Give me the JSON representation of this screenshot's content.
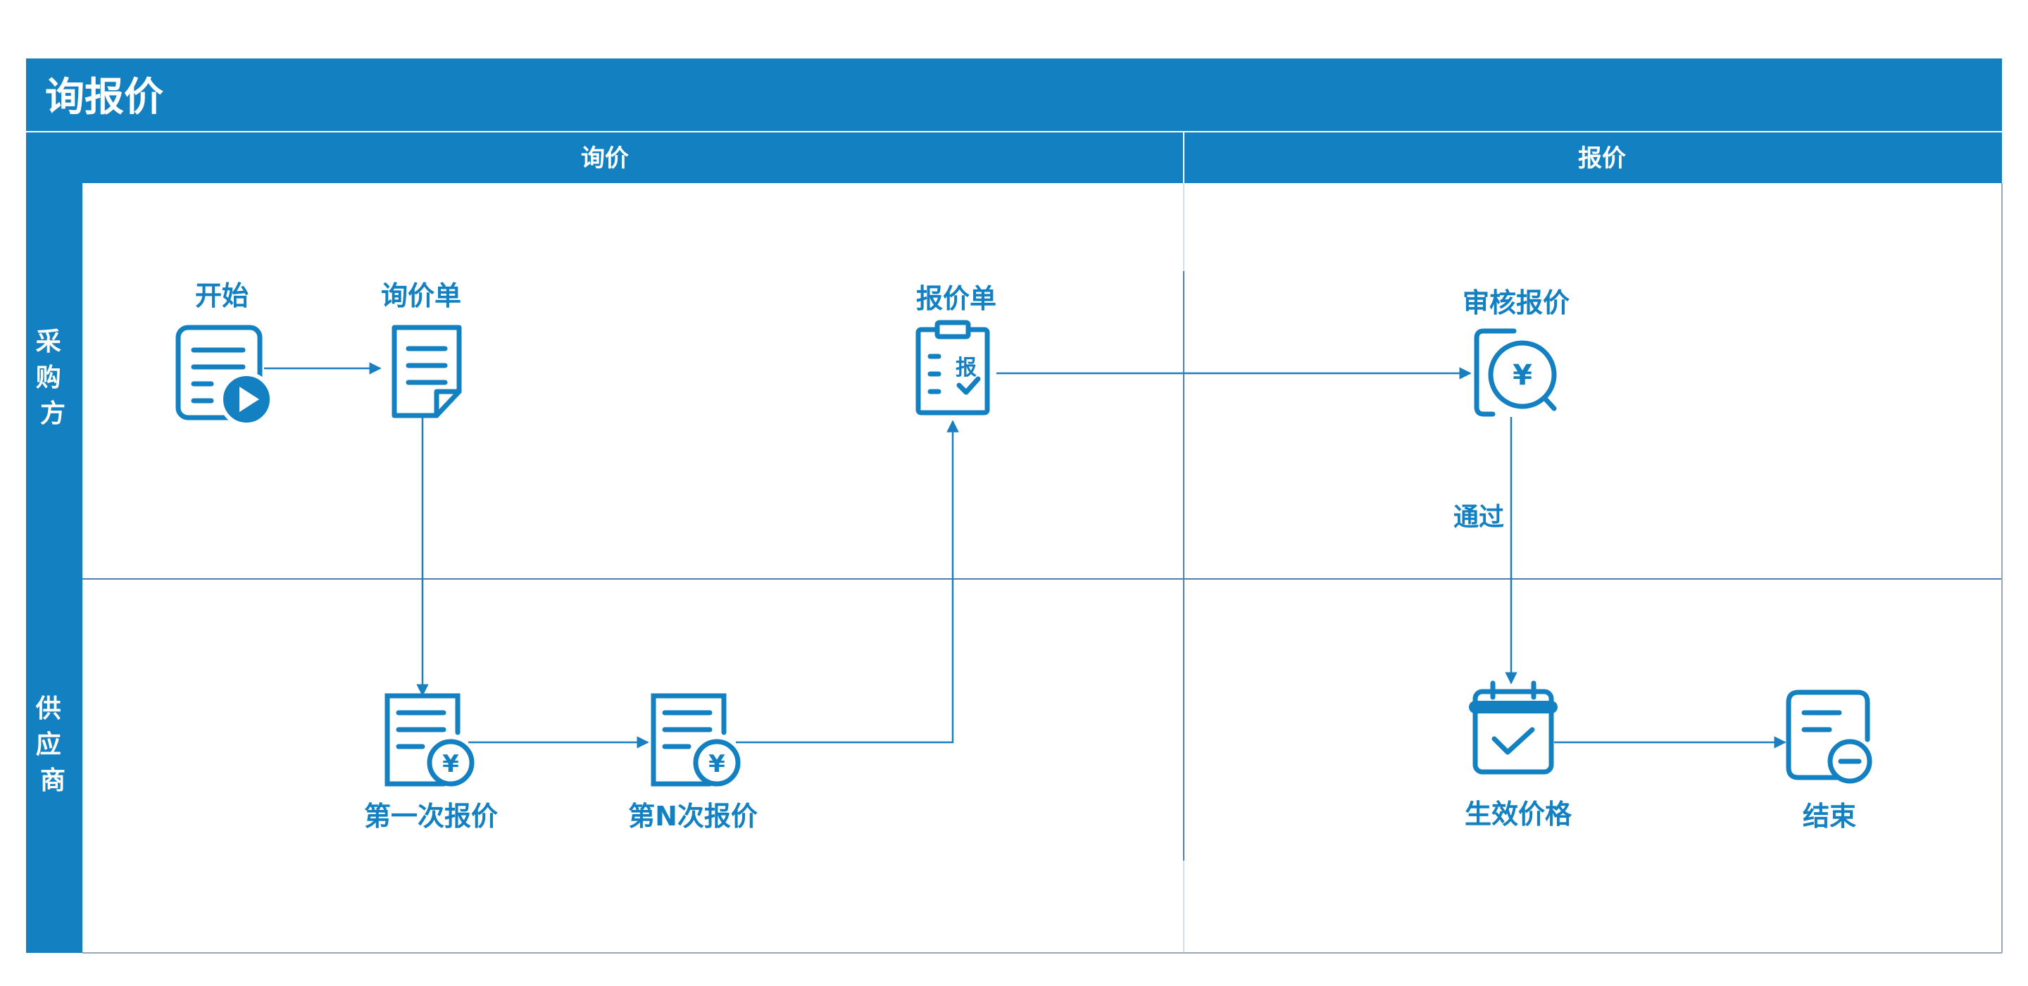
{
  "title": "询报价",
  "columns": [
    {
      "id": "inquiry",
      "label": "询价"
    },
    {
      "id": "quote",
      "label": "报价"
    }
  ],
  "lanes": [
    {
      "id": "buyer",
      "label": "采购方"
    },
    {
      "id": "supplier",
      "label": "供应商"
    }
  ],
  "nodes": {
    "start": {
      "label": "开始",
      "icon": "document-play-icon"
    },
    "inquiry_sheet": {
      "label": "询价单",
      "icon": "document-folded-icon"
    },
    "quote_sheet": {
      "label": "报价单",
      "icon": "clipboard-check-icon",
      "badge": "报"
    },
    "review_quote": {
      "label": "审核报价",
      "icon": "yuan-search-icon",
      "symbol": "¥"
    },
    "first_quote": {
      "label": "第一次报价",
      "icon": "document-yuan-icon",
      "symbol": "¥"
    },
    "nth_quote": {
      "label": "第N次报价",
      "icon": "document-yuan-icon",
      "symbol": "¥"
    },
    "effective_price": {
      "label": "生效价格",
      "icon": "calendar-check-icon"
    },
    "end": {
      "label": "结束",
      "icon": "document-minus-icon"
    }
  },
  "edges": {
    "approved_label": "通过"
  },
  "colors": {
    "primary": "#1380c2",
    "line": "#1a7fc0",
    "divider": "#4d7fb3",
    "faint": "#cfe0ef",
    "border": "#9aa7b3",
    "white": "#ffffff"
  }
}
